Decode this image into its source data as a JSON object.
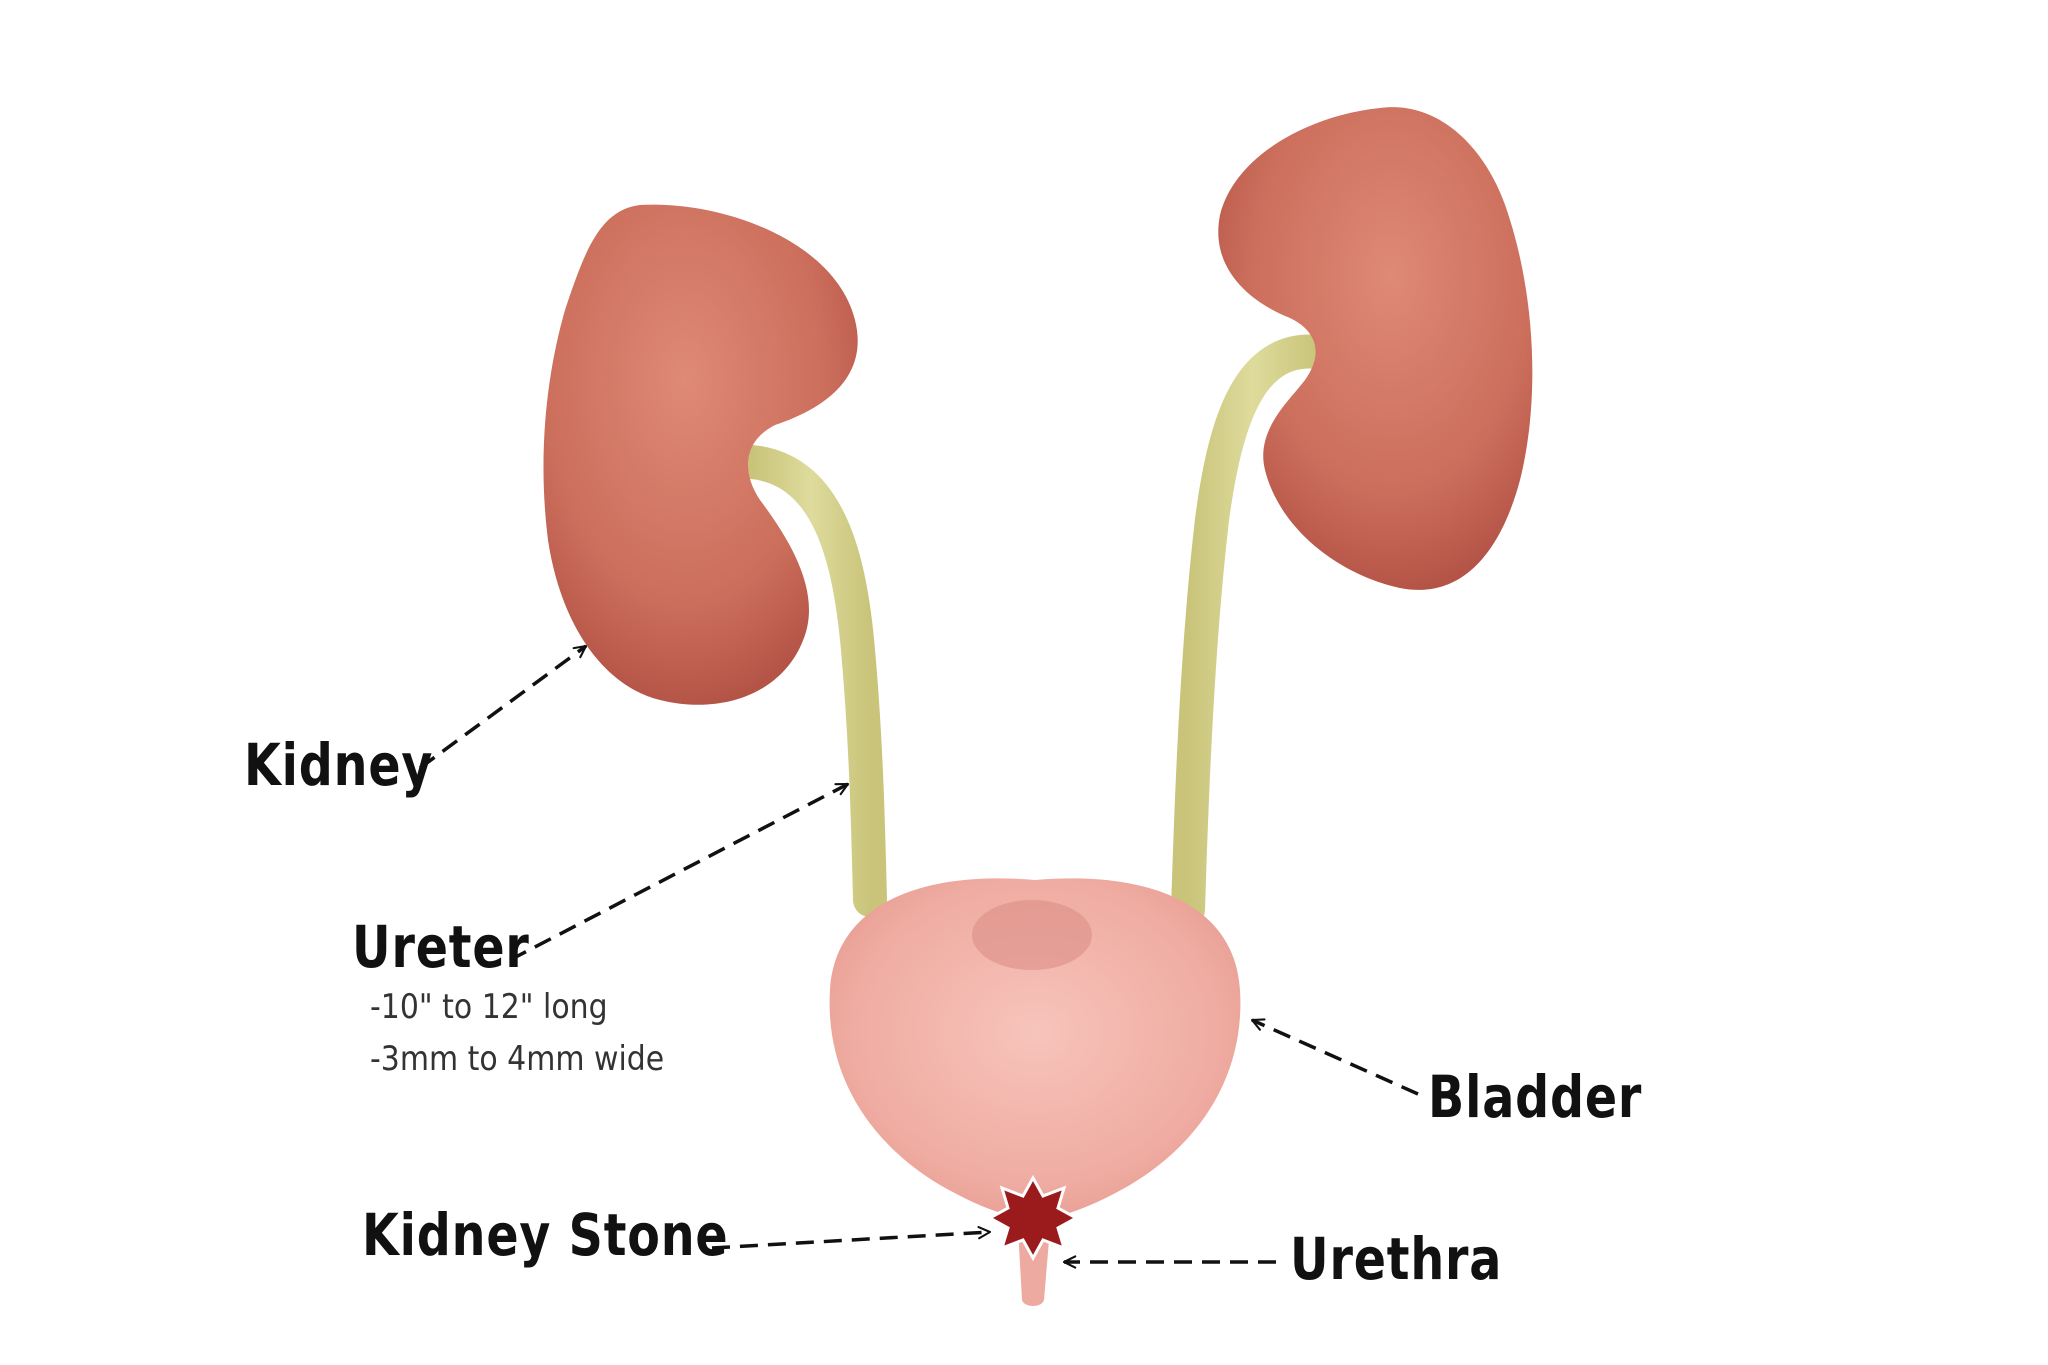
{
  "labels": {
    "kidney": "Kidney",
    "ureter": "Ureter",
    "ureter_length": "-10\" to 12\" long",
    "ureter_width": "-3mm to 4mm wide",
    "bladder": "Bladder",
    "kidney_stone": "Kidney Stone",
    "urethra": "Urethra"
  },
  "colors": {
    "kidney": "#cf7563",
    "ureter": "#d8d592",
    "bladder": "#f0b0a6",
    "stone": "#9b1b1d",
    "arrow": "#111111"
  }
}
